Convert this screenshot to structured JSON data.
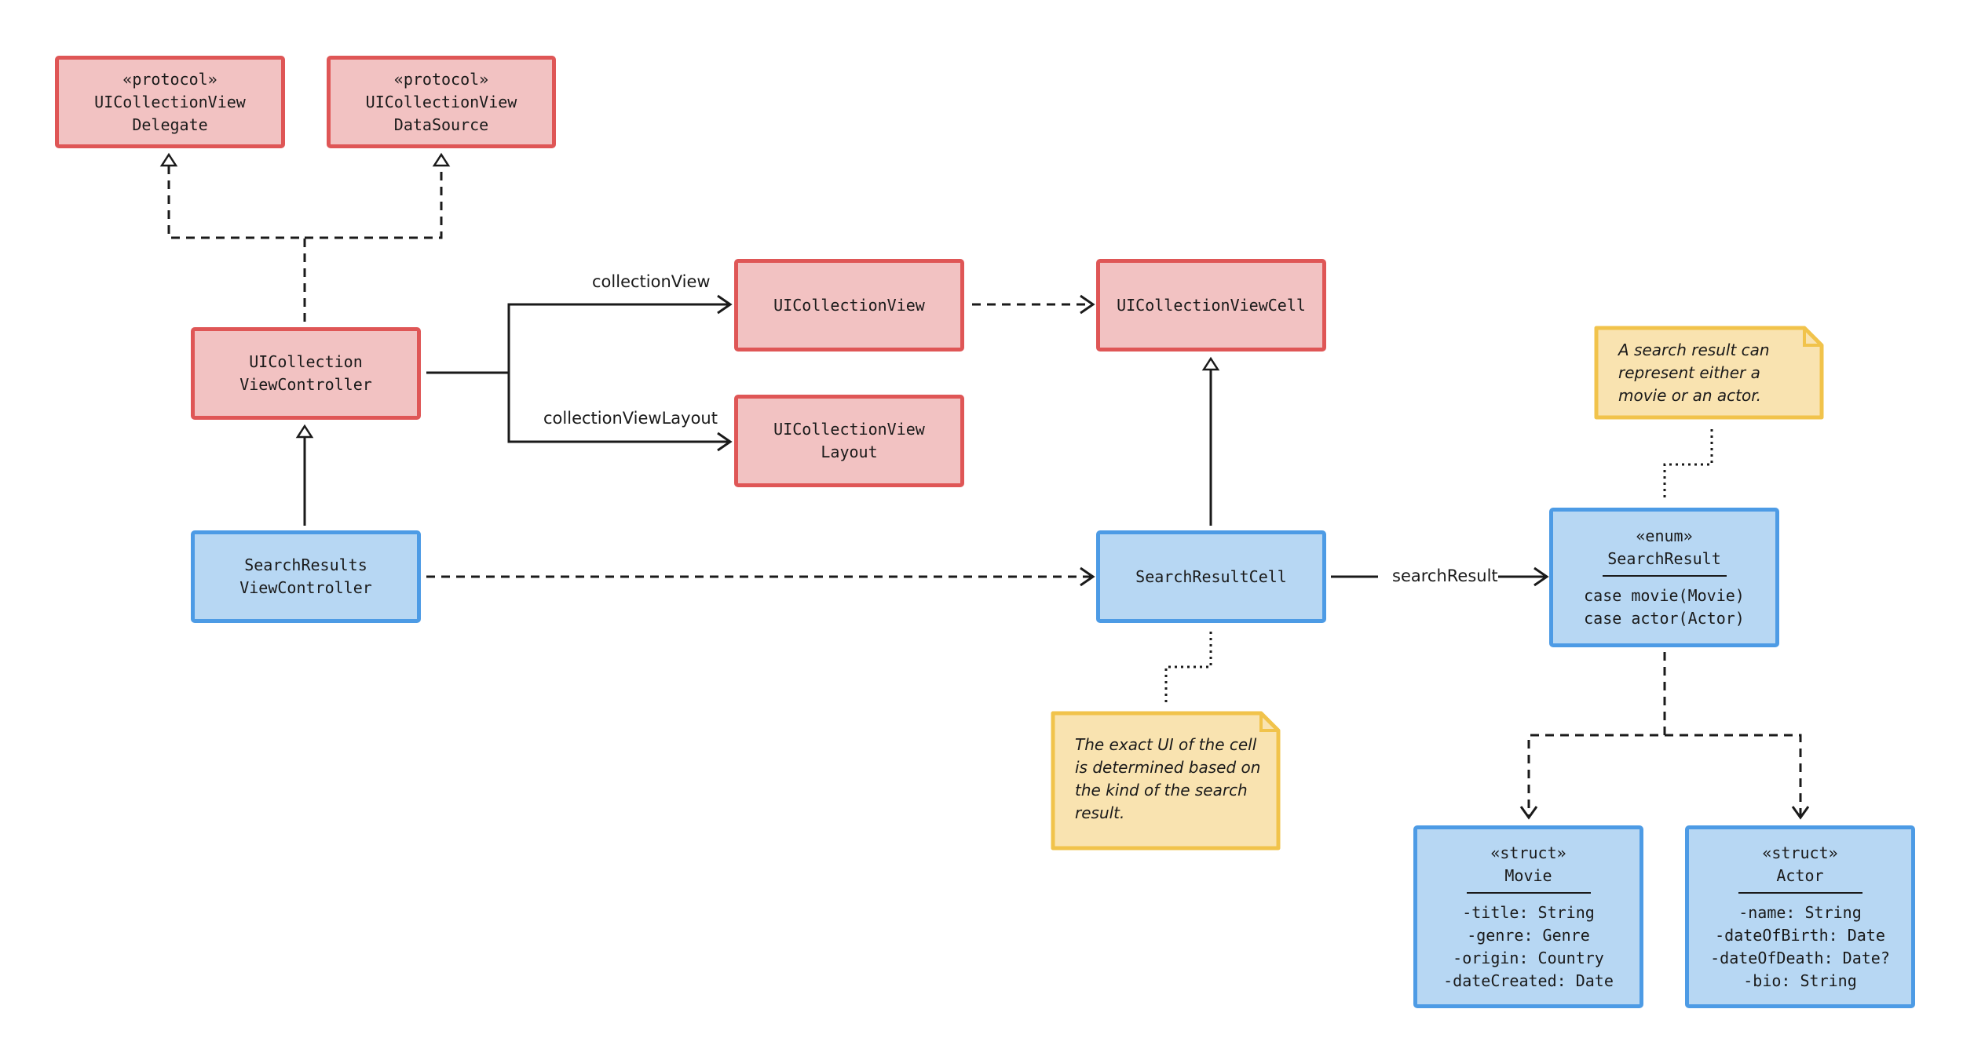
{
  "colors": {
    "framework_fill": "#f2c2c2",
    "framework_border": "#df5656",
    "app_fill": "#b7d7f3",
    "app_border": "#4d9be5",
    "note_fill": "#f9e3b0",
    "note_border": "#f1c34b"
  },
  "nodes": {
    "delegate": {
      "stereotype": "«protocol»",
      "line1": "UICollectionView",
      "line2": "Delegate"
    },
    "datasource": {
      "stereotype": "«protocol»",
      "line1": "UICollectionView",
      "line2": "DataSource"
    },
    "uicvc": {
      "line1": "UICollection",
      "line2": "ViewController"
    },
    "uicollectionview": {
      "line1": "UICollectionView"
    },
    "uicvcell": {
      "line1": "UICollectionViewCell"
    },
    "uicvlayout": {
      "line1": "UICollectionView",
      "line2": "Layout"
    },
    "searchresultsvc": {
      "line1": "SearchResults",
      "line2": "ViewController"
    },
    "searchresultcell": {
      "line1": "SearchResultCell"
    },
    "searchresult": {
      "stereotype": "«enum»",
      "name": "SearchResult",
      "cases": [
        "case movie(Movie)",
        "case actor(Actor)"
      ]
    },
    "movie": {
      "stereotype": "«struct»",
      "name": "Movie",
      "fields": [
        "-title: String",
        "-genre: Genre",
        "-origin: Country",
        "-dateCreated: Date"
      ]
    },
    "actor": {
      "stereotype": "«struct»",
      "name": "Actor",
      "fields": [
        "-name: String",
        "-dateOfBirth: Date",
        "-dateOfDeath: Date?",
        "-bio: String"
      ]
    }
  },
  "notes": {
    "search_result_note": [
      "A search result can",
      "represent either a",
      "movie or an actor."
    ],
    "cell_note": [
      "The exact UI of the cell",
      "is determined based on",
      "the kind of the search",
      "result."
    ]
  },
  "edge_labels": {
    "collection_view": "collectionView",
    "collection_view_layout": "collectionViewLayout",
    "search_result": "searchResult"
  }
}
